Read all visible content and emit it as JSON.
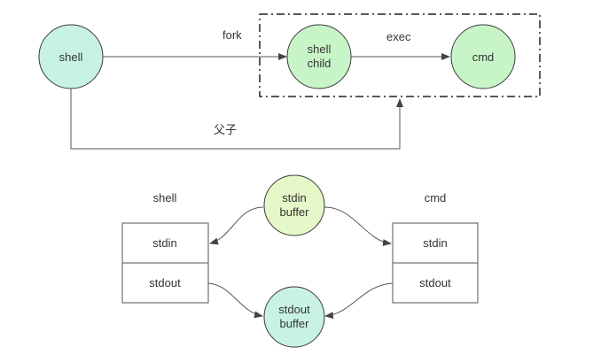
{
  "top": {
    "shell": {
      "label": "shell"
    },
    "shell_child": {
      "line1": "shell",
      "line2": "child"
    },
    "cmd": {
      "label": "cmd"
    },
    "edge_fork": "fork",
    "edge_exec": "exec",
    "edge_parent_child": "父子"
  },
  "bottom": {
    "left_title": "shell",
    "right_title": "cmd",
    "left_table": {
      "rows": [
        "stdin",
        "stdout"
      ]
    },
    "right_table": {
      "rows": [
        "stdin",
        "stdout"
      ]
    },
    "stdin_buffer": {
      "line1": "stdin",
      "line2": "buffer"
    },
    "stdout_buffer": {
      "line1": "stdout",
      "line2": "buffer"
    }
  },
  "colors": {
    "node_teal_fill": "#c8f2e3",
    "node_green_fill": "#c8f5c8",
    "node_lime_fill": "#e6f7c8",
    "node_stroke": "#3a3a3a",
    "edge_stroke": "#555555",
    "table_border": "#555555"
  }
}
